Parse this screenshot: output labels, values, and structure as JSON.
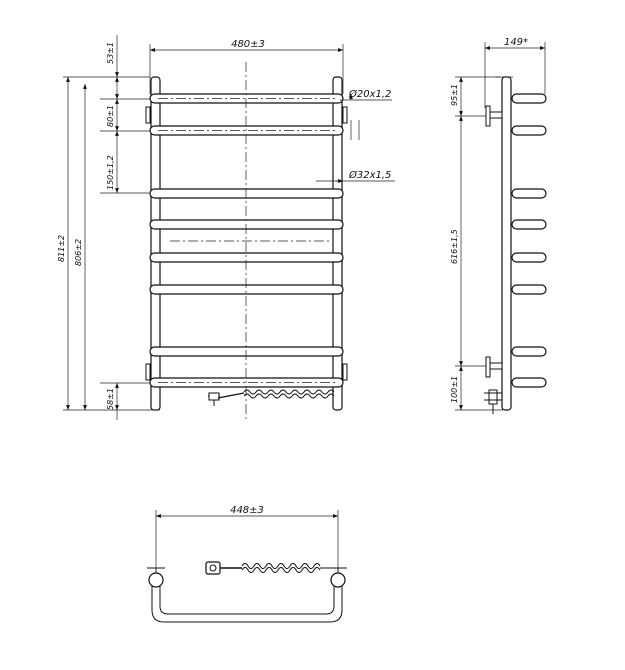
{
  "front_view": {
    "overall_width": "480±3",
    "top_offset": "53±1",
    "first_pitch": "80±1",
    "second_pitch": "150±1,2",
    "total_height": "811±2",
    "post_height": "806±2",
    "bottom_offset": "58±1",
    "small_tube": "Ø20x1,2",
    "main_tube": "Ø32x1,5"
  },
  "side_view": {
    "depth": "149*",
    "top_mount": "95±1",
    "mount_spacing": "616±1,5",
    "bottom_mount": "100±1"
  },
  "top_view": {
    "mount_width": "448±3"
  }
}
